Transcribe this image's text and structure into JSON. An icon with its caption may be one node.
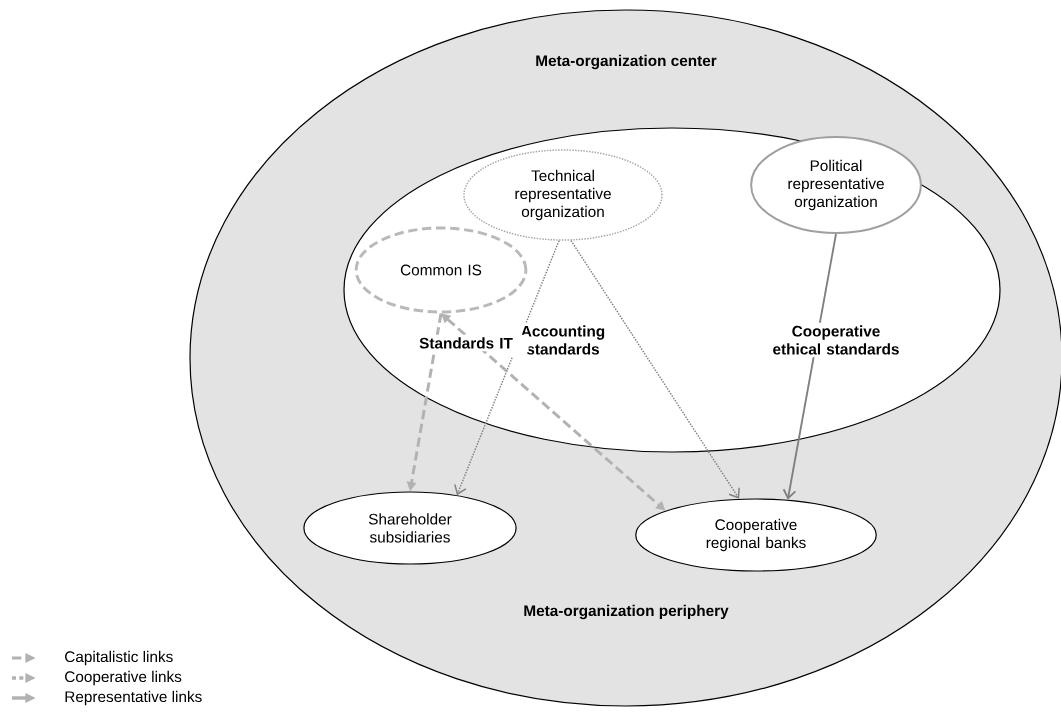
{
  "diagram": {
    "nodes": [
      {
        "text": [
          "Meta-organization center",
          "Meta-organization periphery"
        ]
      },
      {
        "text": [],
        "shape": "ellipse",
        "in": 0
      },
      {
        "text": [
          "Technical representative organization"
        ],
        "in": 1
      },
      {
        "text": [
          "Political representative organization"
        ],
        "in": 1
      },
      {
        "text": [
          "Common IS"
        ],
        "in": 1
      },
      {
        "text": [
          "Shareholder subsidiaries"
        ],
        "in": 0
      },
      {
        "text": [
          "Cooperative regional banks"
        ],
        "in": 0
      }
    ],
    "edges": [
      {
        "from": 2,
        "to": 5,
        "arrow": "to",
        "style": "dashed",
        "color": "#808080",
        "label": "Accounting standards"
      },
      {
        "from": 2,
        "to": 6,
        "arrow": "to",
        "style": "dashed",
        "color": "#808080"
      },
      {
        "from": 4,
        "to": 5,
        "arrow": "to",
        "style": "dashed",
        "label": "Standards IT"
      },
      {
        "from": 4,
        "to": 6,
        "arrow": "both",
        "style": "dashed"
      },
      {
        "from": 3,
        "to": 6,
        "arrow": "to",
        "color": "#808080",
        "label": "Cooperative ethical standards"
      }
    ],
    "legend": [
      {
        "text": "Capitalistic links"
      },
      {
        "text": "Cooperative links"
      },
      {
        "text": "Representative links"
      }
    ]
  }
}
